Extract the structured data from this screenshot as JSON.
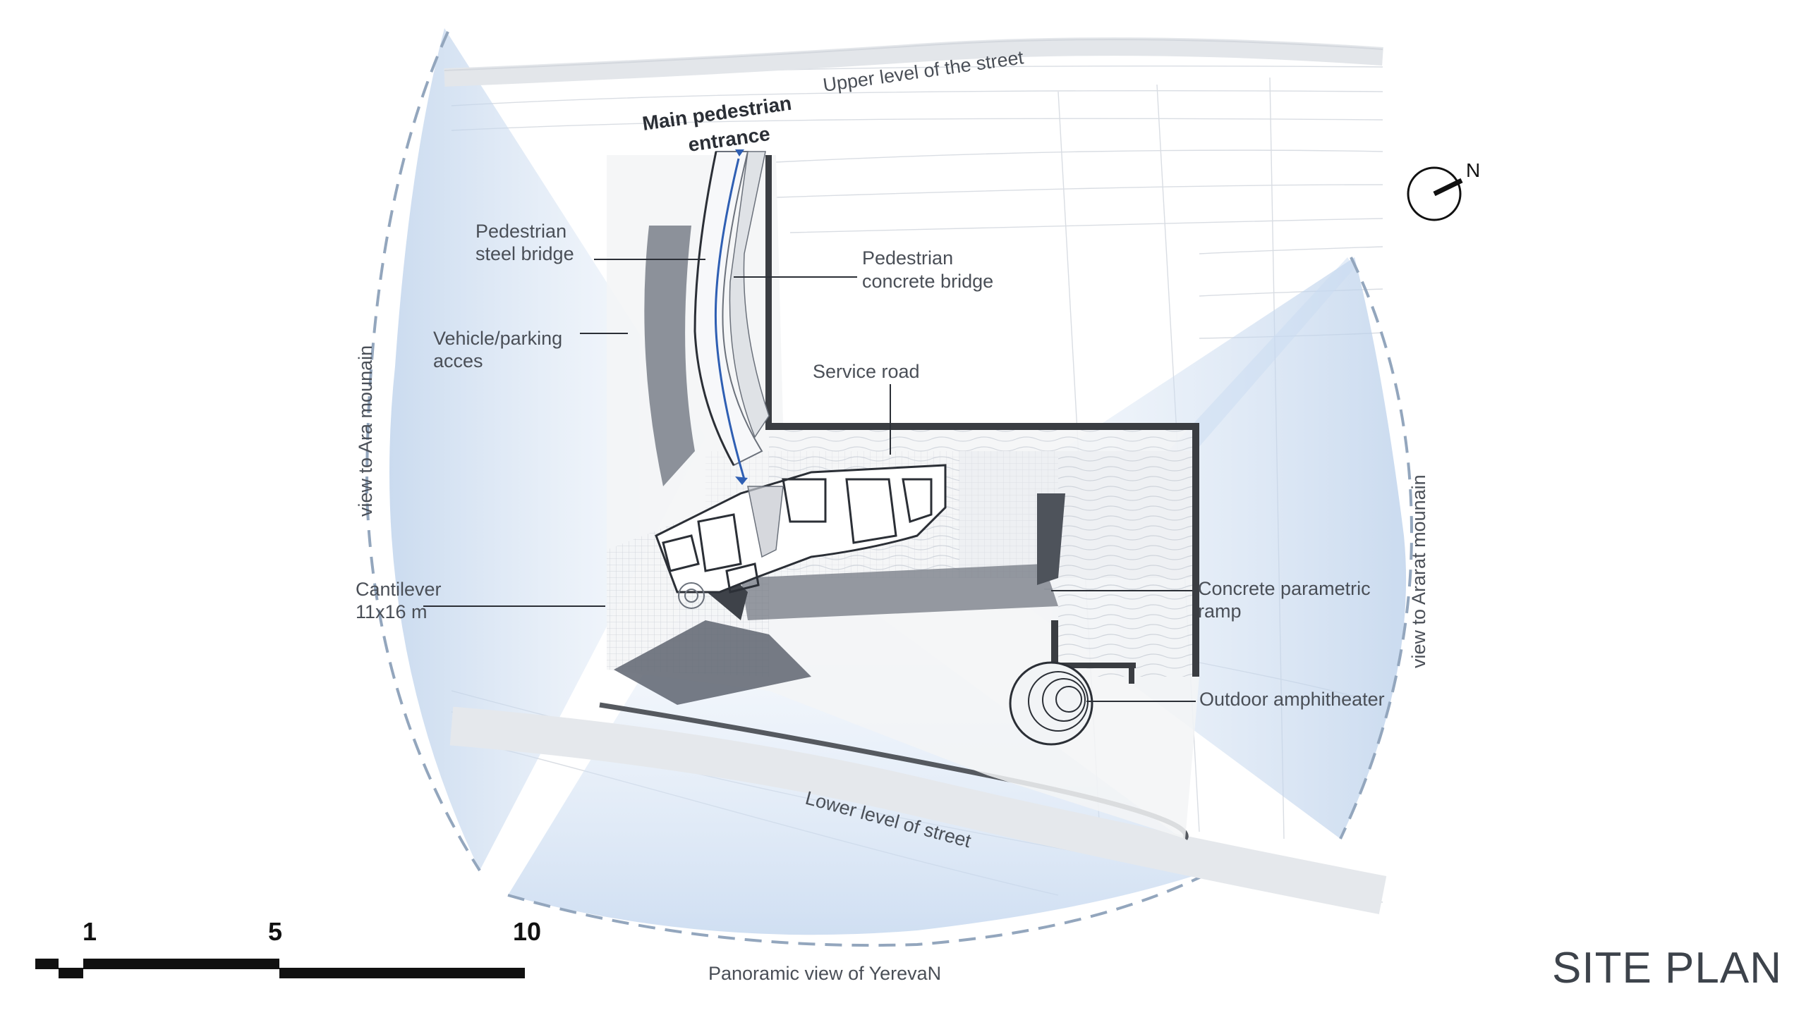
{
  "title": "SITE PLAN",
  "labels": {
    "upper_street": "Upper level of the street",
    "main_entrance_line1": "Main pedestrian",
    "main_entrance_line2": "entrance",
    "steel_bridge_line1": "Pedestrian",
    "steel_bridge_line2": "steel bridge",
    "concrete_bridge_line1": "Pedestrian",
    "concrete_bridge_line2": "concrete bridge",
    "vehicle_line1": "Vehicle/parking",
    "vehicle_line2": "acces",
    "service_road": "Service road",
    "cantilever_line1": "Cantilever",
    "cantilever_line2": "11x16 m",
    "ramp_line1": "Concrete parametric",
    "ramp_line2": "ramp",
    "amphitheater": "Outdoor amphitheater",
    "lower_street": "Lower level of street",
    "view_ara": "view to Ara mounain",
    "view_ararat": "view to Ararat mounain",
    "panoramic": "Panoramic view of YerevaN",
    "north": "N"
  },
  "scale_bar": {
    "ticks": [
      "1",
      "5",
      "10"
    ]
  },
  "colors": {
    "view_cone": "#c9daf0",
    "arc": "#93a6bd",
    "accent_arrow": "#2f5fb3",
    "text": "#4a4f57"
  }
}
